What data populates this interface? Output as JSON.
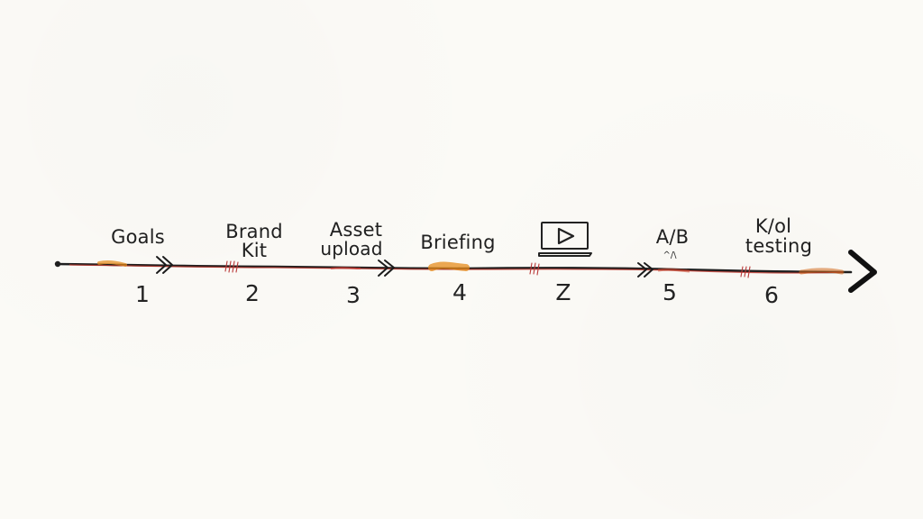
{
  "timeline": {
    "steps": [
      {
        "label_lines": [
          "Goals"
        ],
        "number": "1"
      },
      {
        "label_lines": [
          "Brand",
          "Kit"
        ],
        "number": "2"
      },
      {
        "label_lines": [
          "Asset",
          "upload"
        ],
        "number": "3"
      },
      {
        "label_lines": [
          "Briefing"
        ],
        "number": "4"
      },
      {
        "icon": "video-player-icon",
        "number": "Z"
      },
      {
        "label_lines": [
          "A/B"
        ],
        "sub_label": "^/\\",
        "number": "5"
      },
      {
        "label_lines": [
          "K/ol",
          "testing"
        ],
        "number": "6"
      }
    ],
    "line_color": "#1f1f1f",
    "accent_colors": [
      "#c2362b",
      "#e58b1b",
      "#b93a3a"
    ]
  }
}
